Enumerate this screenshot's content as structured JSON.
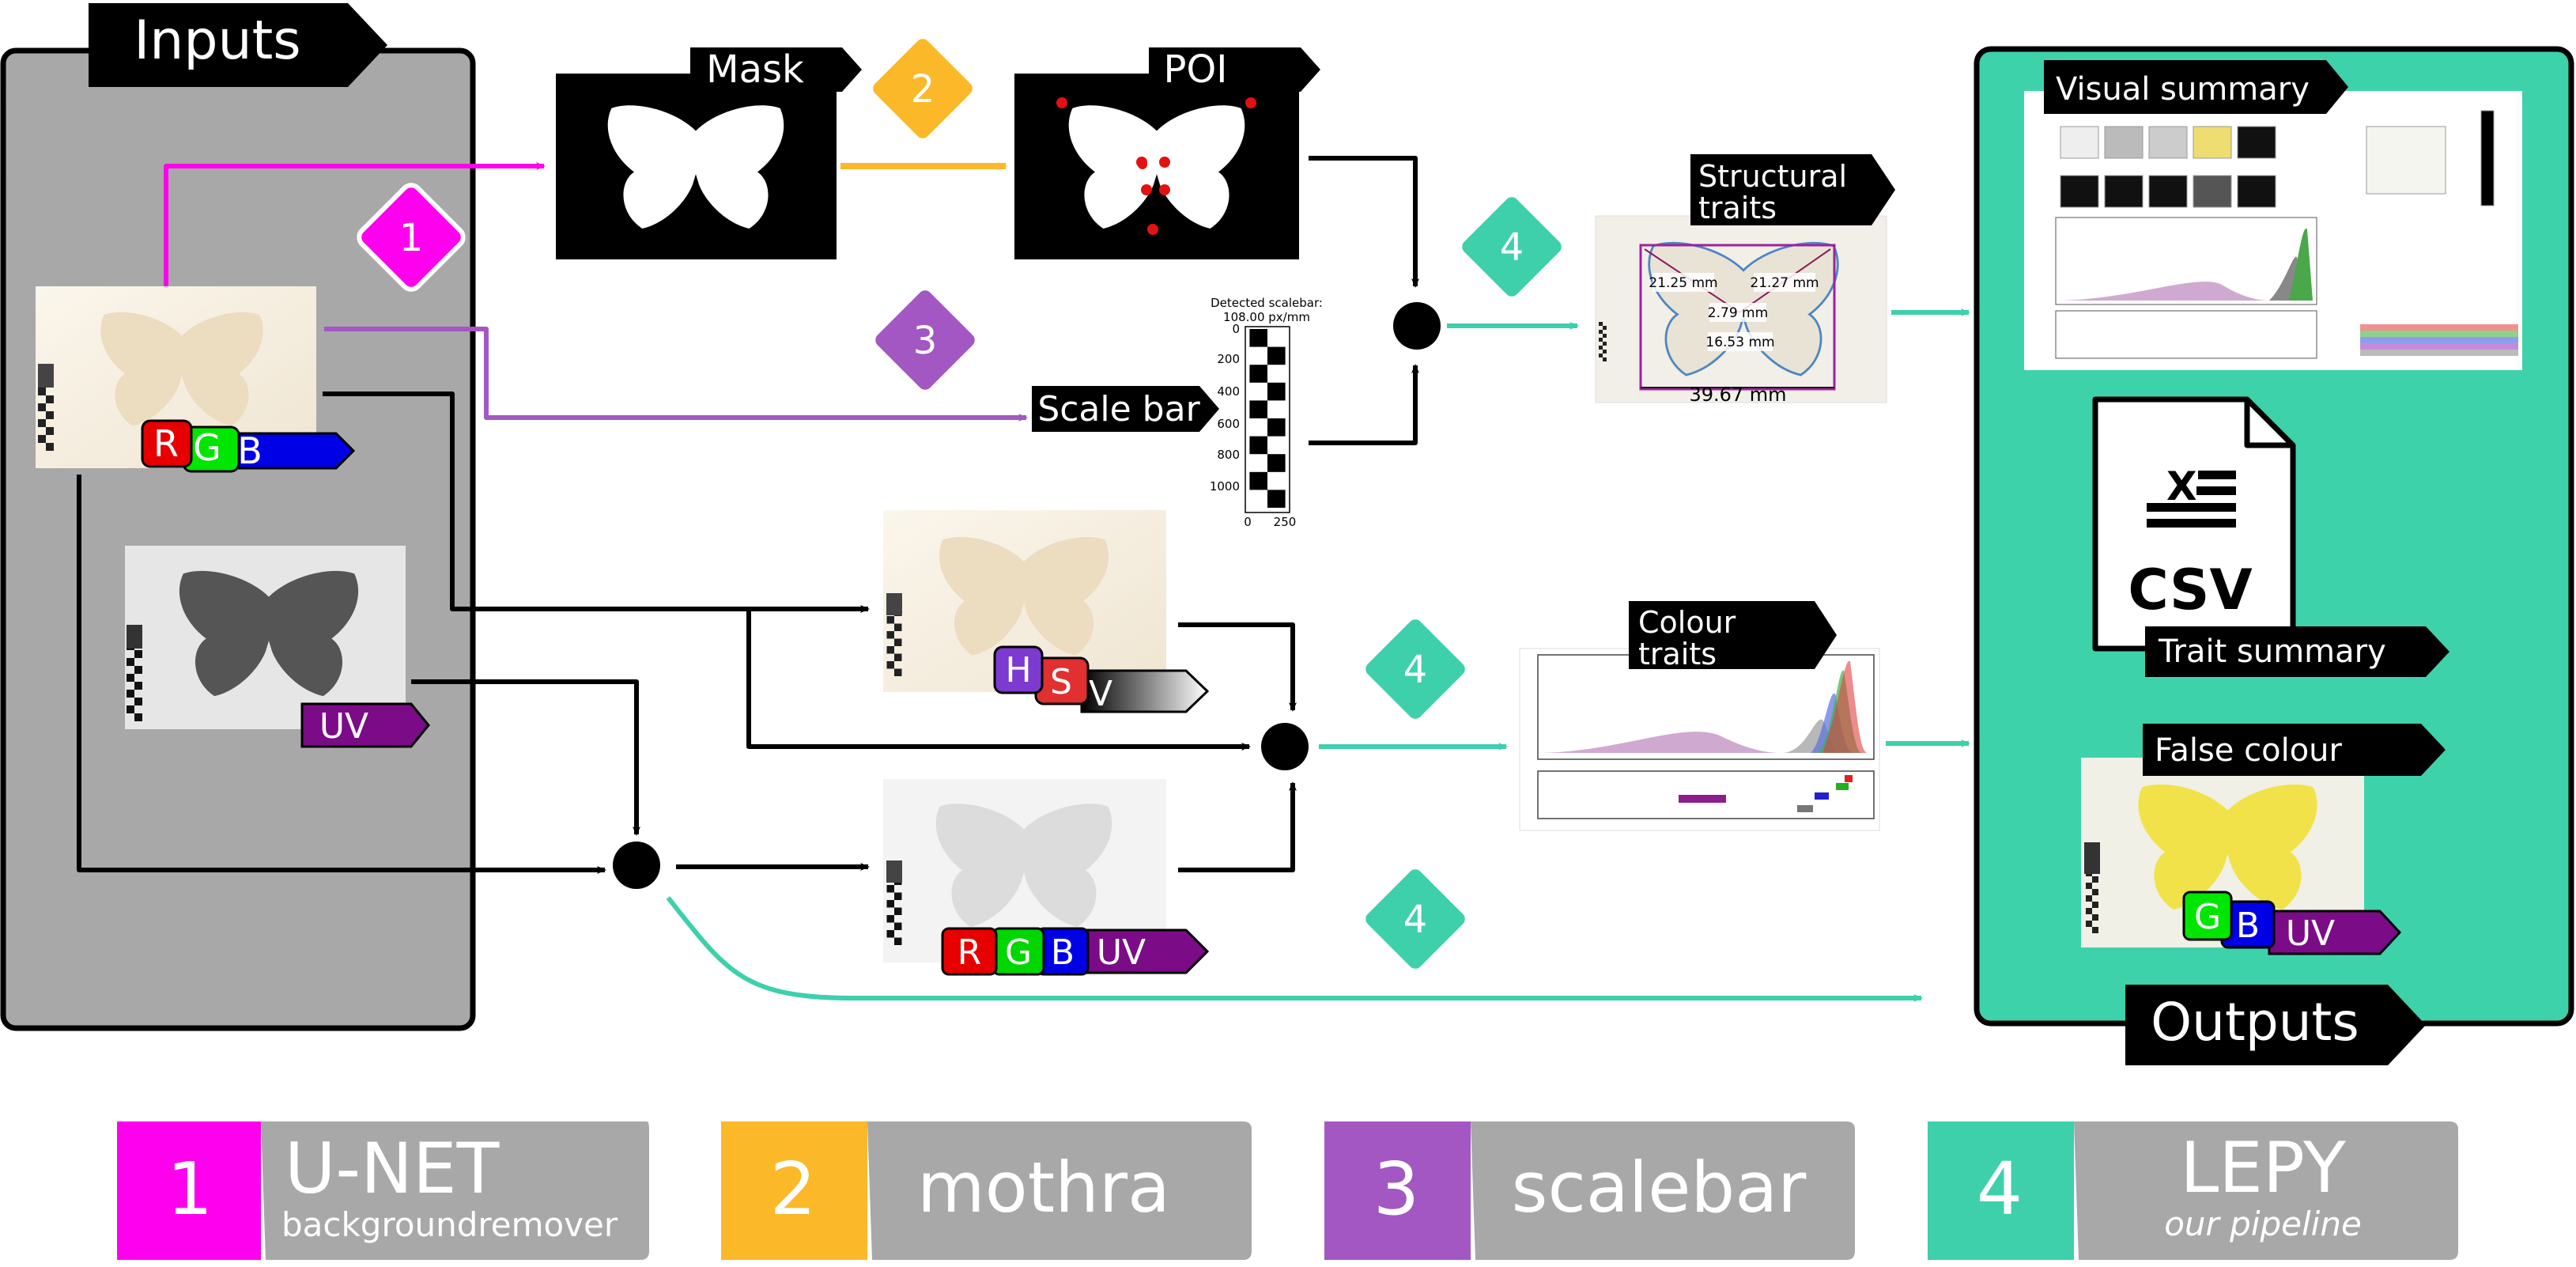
{
  "panels": {
    "inputs_title": "Inputs",
    "outputs_title": "Outputs"
  },
  "stages": {
    "mask": "Mask",
    "poi": "POI",
    "scale_bar": "Scale bar",
    "structural_traits": [
      "Structural",
      "traits"
    ],
    "colour_traits": [
      "Colour",
      "traits"
    ]
  },
  "outputs": {
    "visual_summary": "Visual summary",
    "trait_summary": "Trait summary",
    "false_colour": "False colour",
    "csv_label": "CSV"
  },
  "channel_tags": {
    "rgb": [
      "R",
      "G",
      "B"
    ],
    "uv": "UV",
    "hsv": [
      "H",
      "S",
      "V"
    ],
    "rgbuv": [
      "R",
      "G",
      "B",
      "UV"
    ],
    "gbuv": [
      "G",
      "B",
      "UV"
    ]
  },
  "scalebar_plot": {
    "title": [
      "Detected scalebar:",
      "108.00 px/mm"
    ],
    "y_ticks": [
      "0",
      "200",
      "400",
      "600",
      "800",
      "1000"
    ],
    "x_ticks": [
      "0",
      "250"
    ]
  },
  "measurements": {
    "left_wing": "21.25 mm",
    "right_wing": "21.27 mm",
    "body_width": "2.79 mm",
    "body_length": "16.53 mm",
    "wingspan": "39.67 mm"
  },
  "step_badges": [
    "1",
    "2",
    "3",
    "4",
    "4",
    "4"
  ],
  "legend": [
    {
      "number": "1",
      "title": "U-NET",
      "subtitle": "backgroundremover",
      "color": "#ff00ee"
    },
    {
      "number": "2",
      "title": "mothra",
      "subtitle": "",
      "color": "#fbb829"
    },
    {
      "number": "3",
      "title": "scalebar",
      "subtitle": "",
      "color": "#a357c2"
    },
    {
      "number": "4",
      "title": "LEPY",
      "subtitle": "our pipeline",
      "color": "#3dd0ab"
    }
  ],
  "colors": {
    "inputs_panel": "#a8a8a8",
    "outputs_panel": "#3ed2ab",
    "tool1": "#ff00ee",
    "tool2": "#fbb829",
    "tool3": "#a357c2",
    "tool4": "#3dd0ab",
    "legend_box": "#a8a8a8",
    "label_bg": "#000000"
  }
}
